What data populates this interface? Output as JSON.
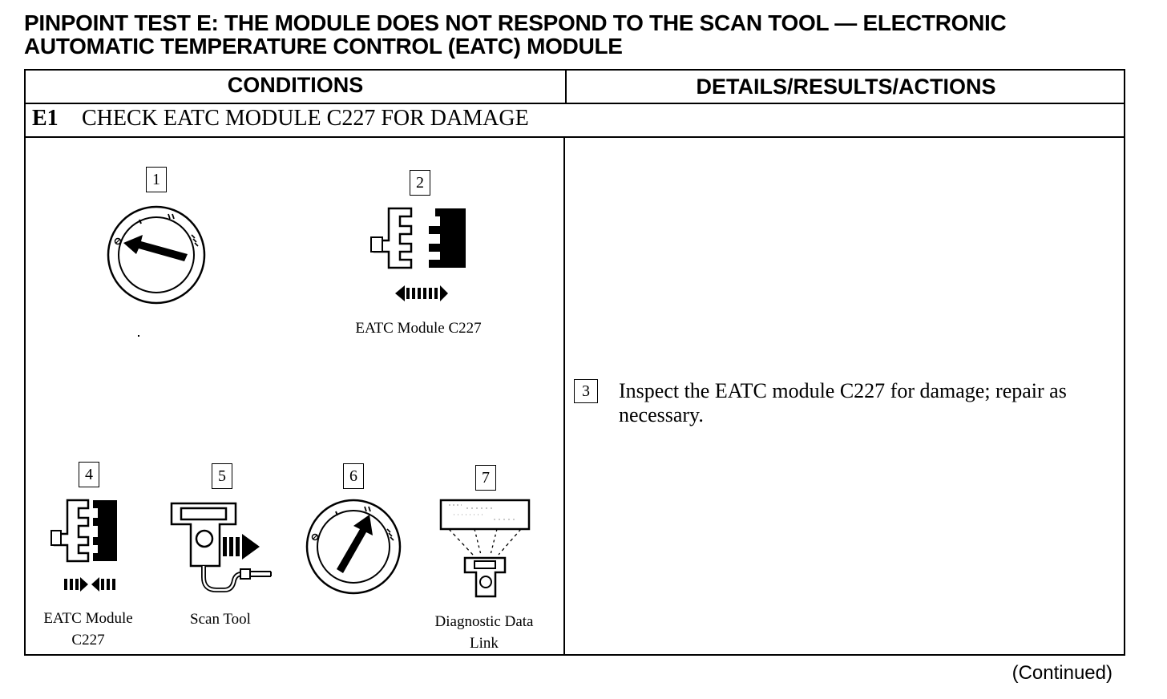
{
  "title": {
    "line1": "PINPOINT TEST E:  THE MODULE DOES NOT RESPOND TO THE SCAN TOOL — ELECTRONIC",
    "line2": "AUTOMATIC TEMPERATURE CONTROL (EATC) MODULE"
  },
  "table": {
    "col_conditions": "CONDITIONS",
    "col_details": "DETAILS/RESULTS/ACTIONS"
  },
  "step": {
    "number": "E1",
    "title": "CHECK EATC MODULE C227 FOR DAMAGE"
  },
  "figures": [
    {
      "num": "1",
      "icon": "ignition-off-icon",
      "caption": ""
    },
    {
      "num": "2",
      "icon": "connector-disconnect-icon",
      "caption": "EATC Module C227"
    },
    {
      "num": "4",
      "icon": "connector-connect-icon",
      "caption_line1": "EATC Module",
      "caption_line2": "C227"
    },
    {
      "num": "5",
      "icon": "scan-tool-icon",
      "caption": "Scan Tool"
    },
    {
      "num": "6",
      "icon": "ignition-on-icon",
      "caption": ""
    },
    {
      "num": "7",
      "icon": "diagnostic-link-icon",
      "caption_line1": "Diagnostic Data",
      "caption_line2": "Link"
    }
  ],
  "action": {
    "num": "3",
    "text": "Inspect the EATC module C227 for damage; repair as necessary."
  },
  "footer": {
    "continued": "(Continued)"
  }
}
